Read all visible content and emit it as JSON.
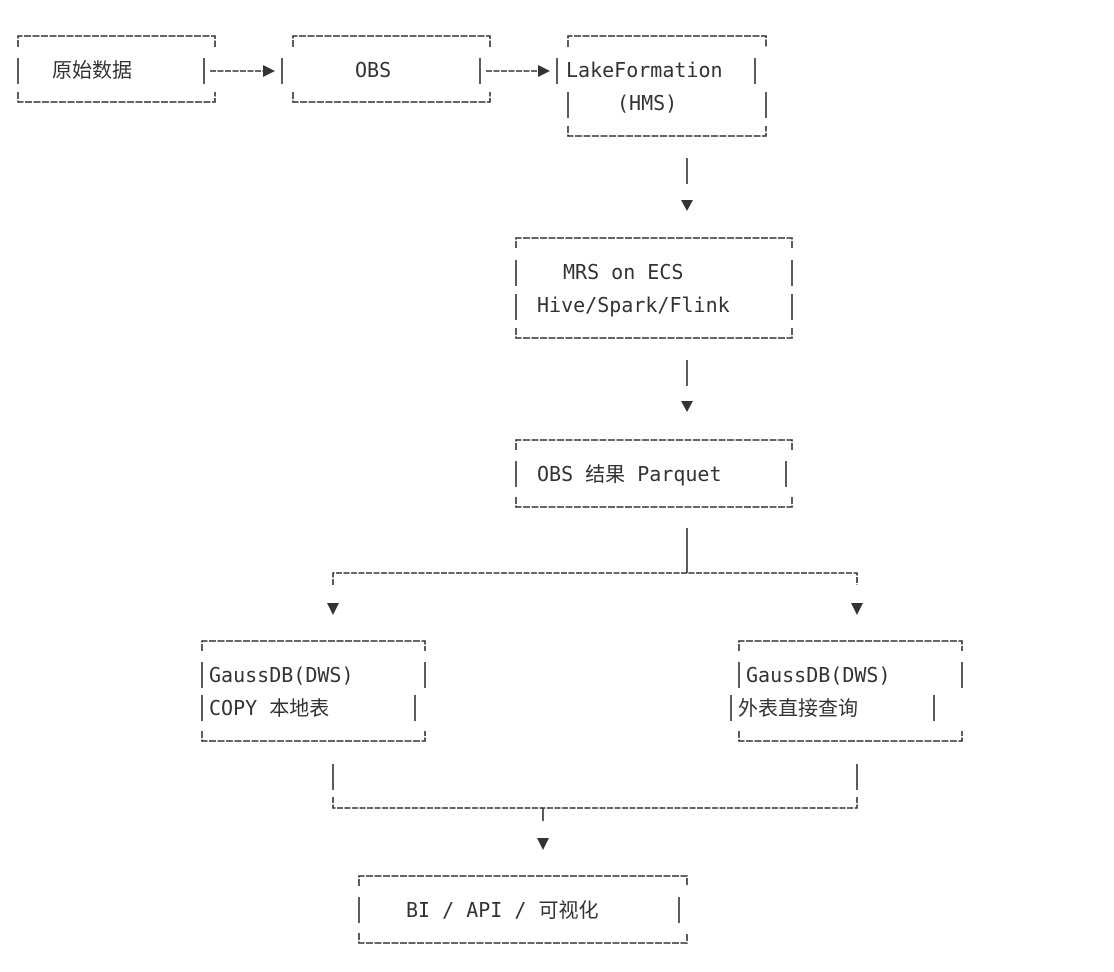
{
  "nodes": {
    "raw_data": {
      "label": "原始数据"
    },
    "obs": {
      "label": "OBS"
    },
    "lakeformation": {
      "line1": "LakeFormation",
      "line2": "(HMS)"
    },
    "mrs": {
      "line1": "MRS on ECS",
      "line2": "Hive/Spark/Flink"
    },
    "obs_result": {
      "label": "OBS 结果 Parquet"
    },
    "dws_copy": {
      "line1": "GaussDB(DWS)",
      "line2": "COPY 本地表"
    },
    "dws_external": {
      "line1": "GaussDB(DWS)",
      "line2": "外表直接查询"
    },
    "output": {
      "label": "BI / API / 可视化"
    }
  }
}
